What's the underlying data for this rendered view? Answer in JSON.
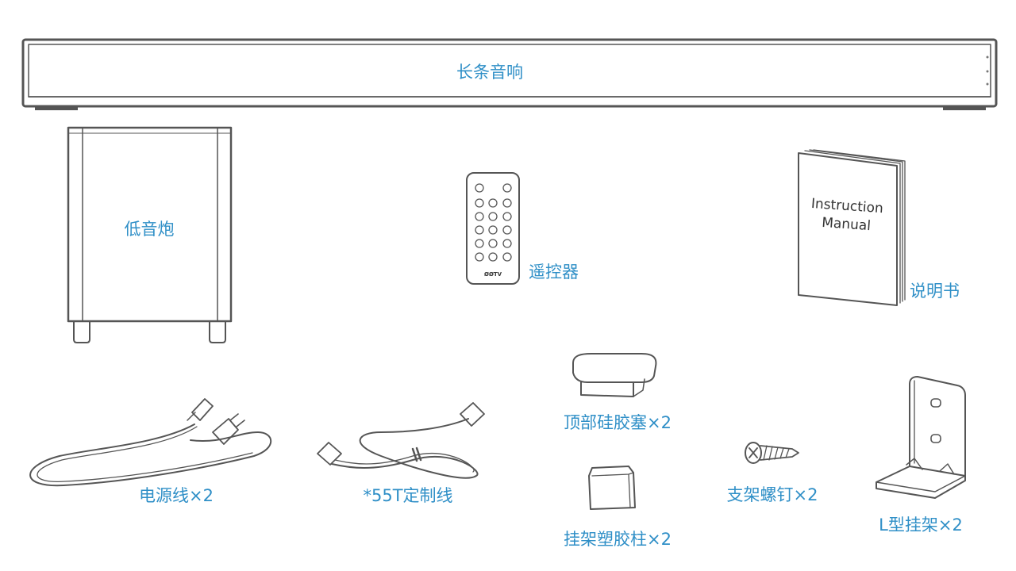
{
  "items": {
    "soundbar": "长条音响",
    "subwoofer": "低音炮",
    "remote": "遥控器",
    "manual": "说明书",
    "power_cable": "电源线×2",
    "custom_cable": "*55T定制线",
    "top_silicone_plug": "顶部硅胶塞×2",
    "bracket_plastic_post": "挂架塑胶柱×2",
    "bracket_screw": "支架螺钉×2",
    "l_bracket": "L型挂架×2"
  },
  "manual_cover": {
    "line1": "Instruction",
    "line2": "Manual"
  },
  "remote_brand": "ØØTV",
  "colors": {
    "label": "#2f8fc7",
    "line": "#555555",
    "background": "#ffffff"
  }
}
